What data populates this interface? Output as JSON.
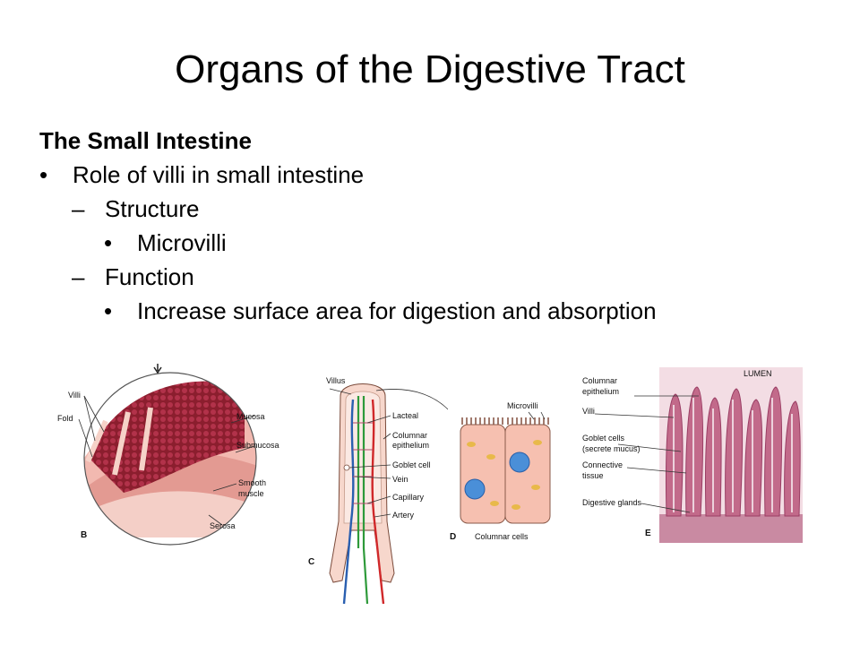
{
  "slide": {
    "title": "Organs of the Digestive Tract",
    "heading": "The Small Intestine",
    "bullets": [
      {
        "marker": "•",
        "text": "Role of villi in small intestine"
      },
      {
        "marker": "–",
        "text": "Structure"
      },
      {
        "marker": "•",
        "text": "Microvilli"
      },
      {
        "marker": "–",
        "text": "Function"
      },
      {
        "marker": "•",
        "text": "Increase surface area for digestion and absorption"
      }
    ]
  },
  "figure_b": {
    "letter": "B",
    "labels": {
      "villi": "Villi",
      "fold": "Fold",
      "mucosa": "Mucosa",
      "submucosa": "Submucosa",
      "smooth_muscle_1": "Smooth",
      "smooth_muscle_2": "muscle",
      "serosa": "Serosa"
    }
  },
  "figure_c": {
    "letter": "C",
    "labels": {
      "villus": "Villus",
      "lacteal": "Lacteal",
      "columnar_1": "Columnar",
      "columnar_2": "epithelium",
      "goblet": "Goblet cell",
      "vein": "Vein",
      "capillary": "Capillary",
      "artery": "Artery"
    }
  },
  "figure_d": {
    "letter": "D",
    "labels": {
      "microvilli": "Microvilli",
      "columnar_cells": "Columnar cells"
    }
  },
  "figure_e": {
    "letter": "E",
    "labels": {
      "lumen": "LUMEN",
      "columnar_1": "Columnar",
      "columnar_2": "epithelium",
      "villi": "Villi",
      "goblet_1": "Goblet cells",
      "goblet_2": "(secrete mucus)",
      "connective_1": "Connective",
      "connective_2": "tissue",
      "glands": "Digestive glands"
    }
  },
  "colors": {
    "mucosa": "#8b1e2e",
    "muscle": "#e8a6a0",
    "villus_tissue": "#c44a66",
    "cell_fill": "#f6c0b0",
    "nucleus": "#4a8fd8",
    "vein": "#2a5fb0",
    "artery": "#d0282a",
    "lacteal": "#2e9a3a",
    "histology": "#c26a8a"
  }
}
